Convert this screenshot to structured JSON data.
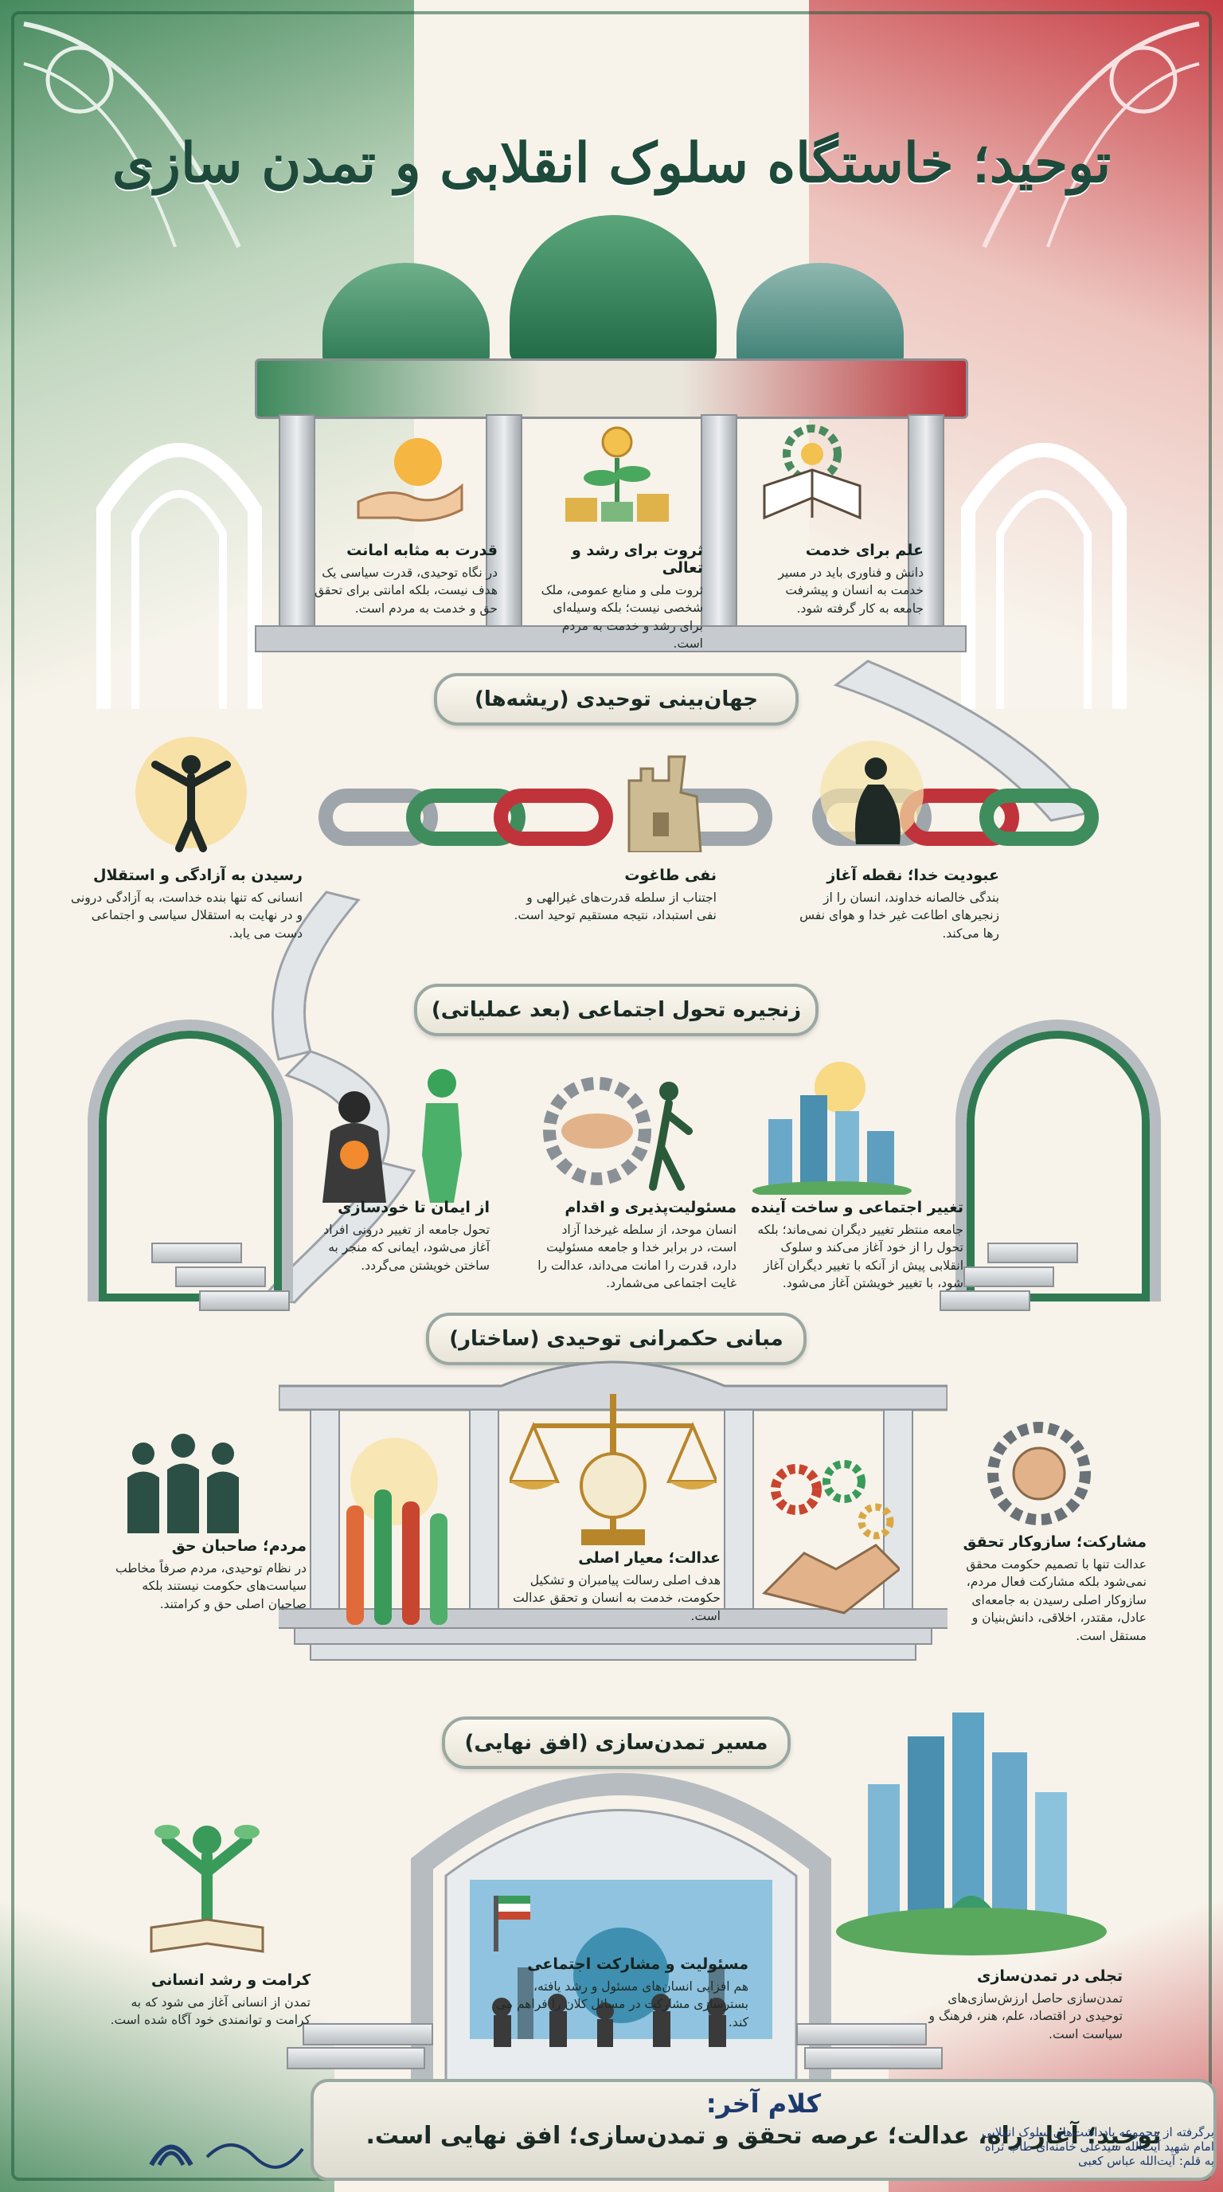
{
  "title": "توحید؛ خاستگاه سلوک انقلابی و تمدن سازی",
  "top_cards": [
    {
      "title": "علم برای خدمت",
      "text": "دانش و فناوری باید در مسیر خدمت به انسان و پیشرفت جامعه به کار گرفته شود.",
      "icon": "book-gear-icon"
    },
    {
      "title": "ثروت برای رشد و تعالی",
      "text": "ثروت ملی و منابع عمومی، ملک شخصی نیست؛ بلکه وسیله‌ای برای رشد و خدمت به مردم است.",
      "icon": "money-plant-icon"
    },
    {
      "title": "قدرت به مثابه امانت",
      "text": "در نگاه توحیدی، قدرت سیاسی یک هدف نیست، بلکه امانتی برای تحقق حق و خدمت به مردم است.",
      "icon": "hand-sun-icon"
    }
  ],
  "sections": {
    "roots": "جهان‌بینی توحیدی (ریشه‌ها)",
    "chain": "زنجیره تحول اجتماعی (بعد عملیاتی)",
    "governance": "مبانی حکمرانی توحیدی (ساختار)",
    "civilization": "مسیر تمدن‌سازی (افق نهایی)"
  },
  "roots_cards": [
    {
      "title": "عبودیت خدا؛ نقطه آغاز",
      "text": "بندگی خالصانه خداوند، انسان را از زنجیرهای اطاعت غیر خدا و هوای نفس رها می‌کند.",
      "icon": "praying-person-icon"
    },
    {
      "title": "نفی طاغوت",
      "text": "اجتناب از سلطه قدرت‌های غیرالهی و نفی استبداد، نتیجه مستقیم توحید است.",
      "icon": "broken-tower-icon"
    },
    {
      "title": "رسیدن به آزادگی و استقلال",
      "text": "انسانی که تنها بنده خداست، به آزادگی درونی و در نهایت به استقلال سیاسی و اجتماعی دست می یابد.",
      "icon": "free-person-icon"
    }
  ],
  "chain_cards": [
    {
      "title": "تغییر اجتماعی و ساخت آینده",
      "text": "جامعه منتظر تغییر دیگران نمی‌ماند؛ بلکه تحول را از خود آغاز می‌کند و سلوک انقلابی پیش از آنکه با تغییر دیگران آغاز شود، با تغییر خویشتن آغاز می‌شود.",
      "icon": "city-icon"
    },
    {
      "title": "مسئولیت‌پذیری و اقدام",
      "text": "انسان موحد، از سلطه غیرخدا آزاد است، در برابر خدا و جامعه مسئولیت دارد، قدرت را امانت می‌داند، عدالت را غایت اجتماعی می‌شمارد.",
      "icon": "hands-gear-icon"
    },
    {
      "title": "از ایمان تا خودسازی",
      "text": "تحول جامعه از تغییر درونی افراد آغاز می‌شود، ایمانی که منجر به ساختن خویشتن می‌گردد.",
      "icon": "inner-growth-icon"
    }
  ],
  "governance_cards": [
    {
      "title": "مشارکت؛ سازوکار تحقق",
      "text": "عدالت تنها با تصمیم حکومت محقق نمی‌شود بلکه مشارکت فعال مردم، سازوکار اصلی رسیدن به جامعه‌ای عادل، مقتدر، اخلاقی، دانش‌بنیان و مستقل است.",
      "icon": "joined-hands-icon"
    },
    {
      "title": "عدالت؛ معیار اصلی",
      "text": "هدف اصلی رسالت پیامبران و تشکیل حکومت، خدمت به انسان و تحقق عدالت است.",
      "icon": "scales-icon"
    },
    {
      "title": "مردم؛ صاحبان حق",
      "text": "در نظام توحیدی، مردم صرفاً مخاطب سیاست‌های حکومت نیستند بلکه صاحبان اصلی حق و کرامتند.",
      "icon": "people-icon"
    }
  ],
  "civilization_cards": [
    {
      "title": "تجلی در تمدن‌سازی",
      "text": "تمدن‌سازی حاصل ارزش‌سازی‌های توحیدی در اقتصاد، علم، هنر، فرهنگ و سیاست است.",
      "icon": "modern-city-icon"
    },
    {
      "title": "مسئولیت و مشارکت اجتماعی",
      "text": "هم افزایی انسان‌های مسئول و رشد یافته، بسترسازی مشارکت در مسائل کلان را فراهم می کند.",
      "icon": "crowd-icon"
    },
    {
      "title": "کرامت و رشد انسانی",
      "text": "تمدن از انسانی آغاز می شود که به کرامت و توانمندی خود آگاه شده است.",
      "icon": "growing-human-icon"
    }
  ],
  "closing": {
    "title": "کلام آخر:",
    "text": "توحید؛ آغاز راه، عدالت؛ عرصه تحقق و تمدن‌سازی؛ افق نهایی است."
  },
  "credits": [
    "برگرفته از مجموعه یادداشت‌های سلوک انقلابی",
    "امام شهید آیت‌الله سیدعلی خامنه‌ای طاب ثراه",
    "به قلم: آیت‌الله عباس کعبی"
  ],
  "colors": {
    "green": "#2f7a52",
    "red": "#c0333a",
    "stone": "#b7bcc1",
    "cream": "#f7f3ea"
  }
}
